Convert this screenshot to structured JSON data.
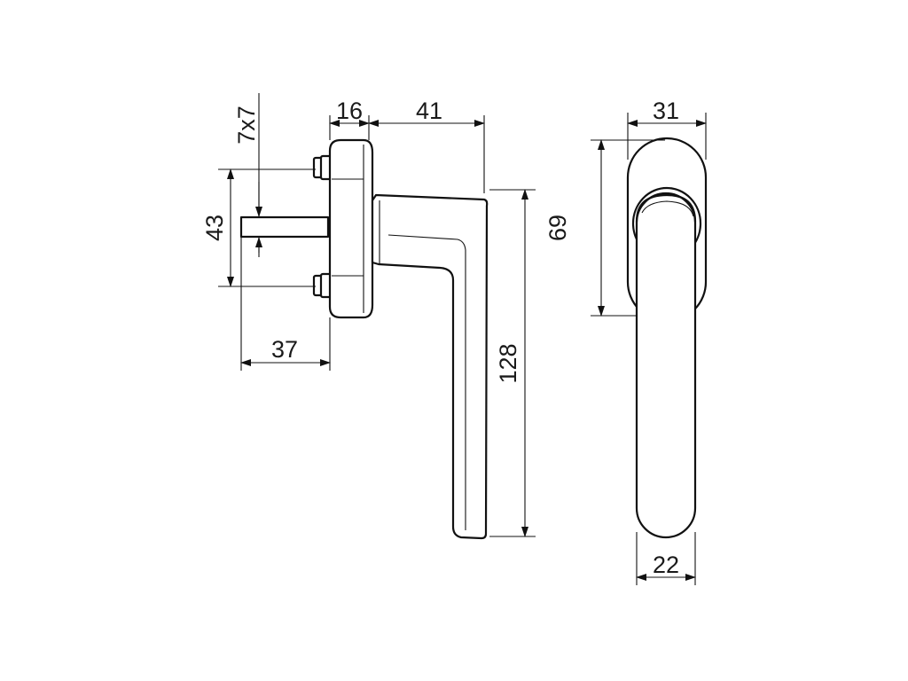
{
  "side_view": {
    "dimensions": {
      "spindle_size": "7x7",
      "rose_depth": "16",
      "handle_projection": "41",
      "rose_screw_spacing": "43",
      "spindle_length": "37",
      "handle_length": "128"
    }
  },
  "front_view": {
    "dimensions": {
      "rose_width": "31",
      "rose_height": "69",
      "lever_width": "22"
    }
  }
}
